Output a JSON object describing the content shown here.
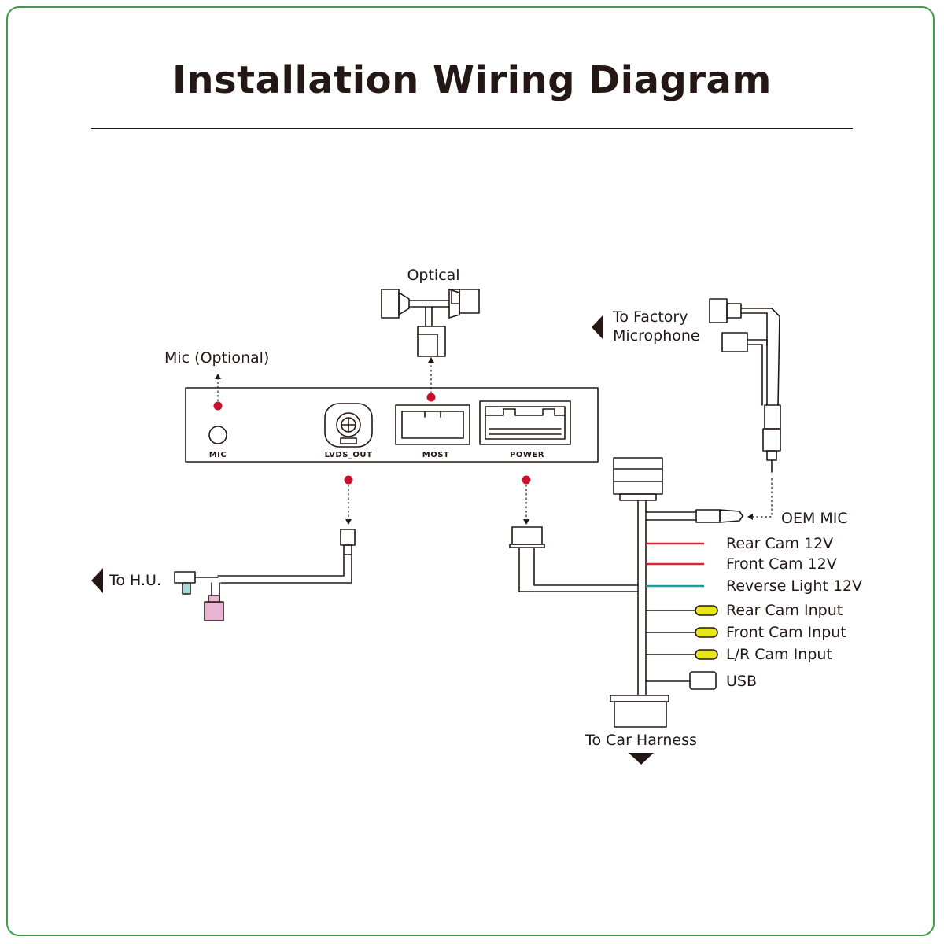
{
  "title": "Installation Wiring Diagram",
  "labels": {
    "optical": "Optical",
    "to_factory_line1": "To Factory",
    "to_factory_line2": "Microphone",
    "mic_optional": "Mic (Optional)",
    "to_hu": "To H.U.",
    "oem_mic": "OEM MIC",
    "to_car_harness": "To Car Harness"
  },
  "ports": {
    "mic": "MIC",
    "lvds": "LVDS_OUT",
    "most": "MOST",
    "power": "POWER"
  },
  "harness_wires": [
    {
      "label": "Rear Cam 12V",
      "color": "#d7262e",
      "end": "wire"
    },
    {
      "label": "Front Cam 12V",
      "color": "#d7262e",
      "end": "wire"
    },
    {
      "label": "Reverse Light 12V",
      "color": "#1a9c97",
      "end": "wire"
    },
    {
      "label": "Rear Cam Input",
      "color": "#e8e618",
      "end": "rca"
    },
    {
      "label": "Front Cam Input",
      "color": "#e8e618",
      "end": "rca"
    },
    {
      "label": "L/R Cam Input",
      "color": "#e8e618",
      "end": "rca"
    },
    {
      "label": "USB",
      "color": "#ffffff",
      "end": "usb"
    }
  ],
  "colors": {
    "frame": "#3f9c4b",
    "ink": "#231815",
    "marker": "#c8102e",
    "lvds_plug": "#a6d9d9",
    "hu_plug": "#e9b3d3"
  }
}
